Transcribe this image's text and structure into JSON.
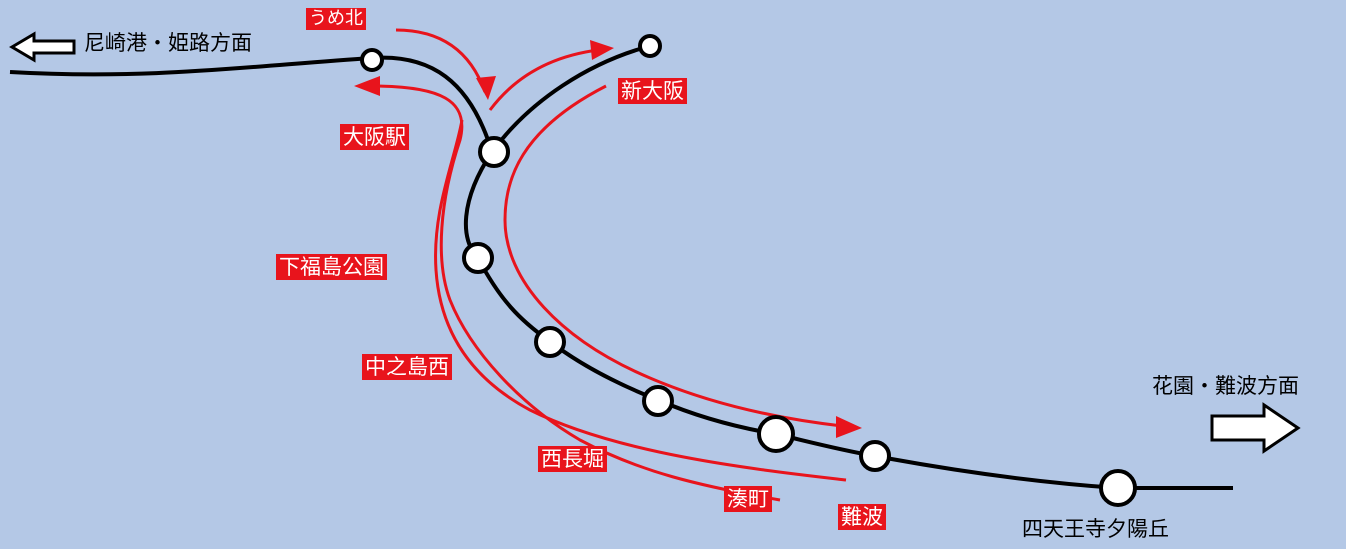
{
  "colors": {
    "background": "#b4c8e6",
    "track": "#000000",
    "route_arrow": "#e8141c",
    "station_fill": "#ffffff",
    "label_bg": "#e8141c",
    "label_text": "#ffffff"
  },
  "directions": {
    "west": "尼崎港・姫路方面",
    "east": "花園・難波方面"
  },
  "stations": {
    "umekita": "うめ北",
    "shin_osaka": "新大阪",
    "osaka": "大阪駅",
    "shimofukushima": "下福島公園",
    "nakanoshima_nishi": "中之島西",
    "nishinagahori": "西長堀",
    "minatomachi": "湊町",
    "namba": "難波",
    "shitennoji": "四天王寺夕陽丘"
  }
}
